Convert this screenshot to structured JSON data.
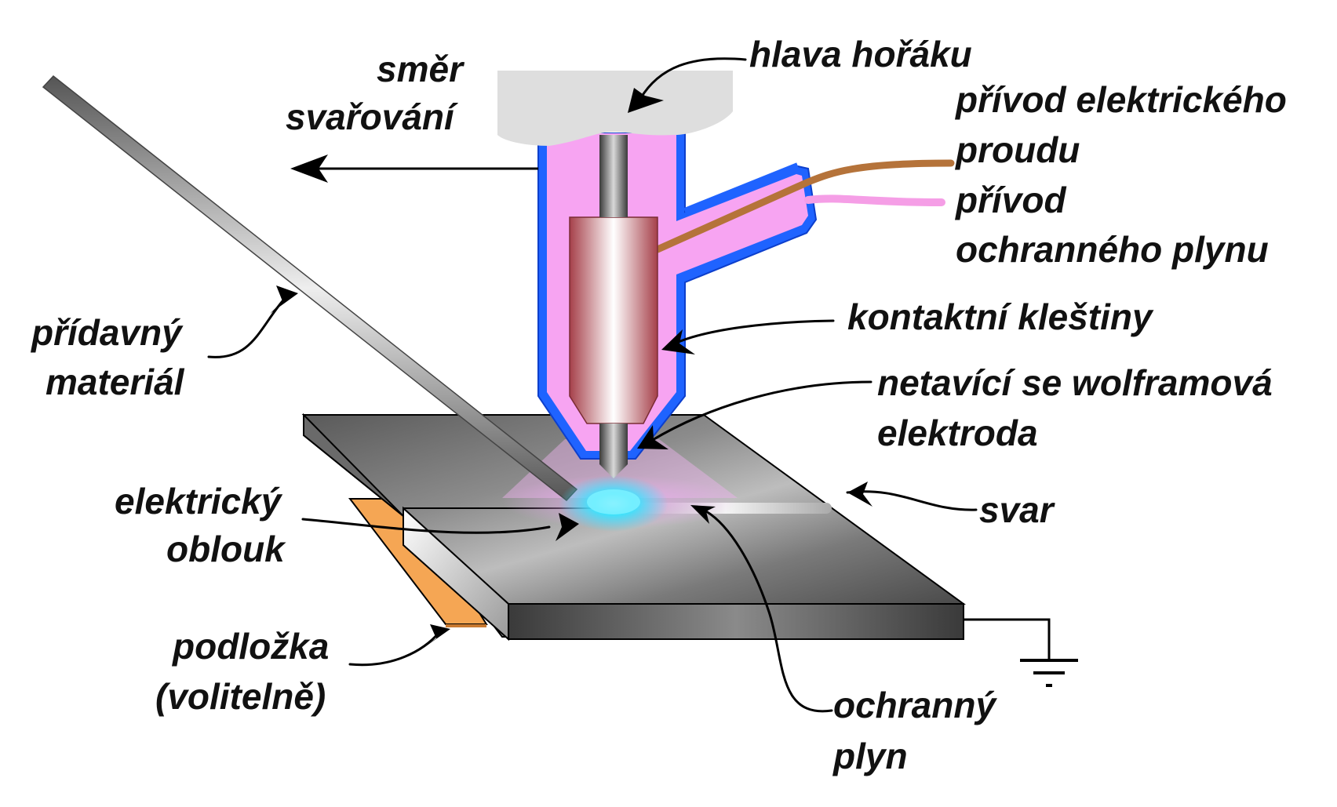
{
  "labels": {
    "torch_head": "hlava hořáku",
    "weld_direction_1": "směr",
    "weld_direction_2": "svařování",
    "current_supply_1": "přívod elektrického",
    "current_supply_2": "proudu",
    "gas_supply_1": "přívod",
    "gas_supply_2": "ochranného plynu",
    "collet": "kontaktní kleštiny",
    "electrode_1": "netavící se wolframová",
    "electrode_2": "elektroda",
    "filler_1": "přídavný",
    "filler_2": "materiál",
    "arc_1": "elektrický",
    "arc_2": "oblouk",
    "weld": "svar",
    "backing_1": "podložka",
    "backing_2": "(volitelně)",
    "shield_gas_1": "ochranný",
    "shield_gas_2": "plyn"
  },
  "colors": {
    "nozzle_fill": "#f7a4f2",
    "nozzle_outline": "#1f63ff",
    "current_cable": "#b5733a",
    "gas_hose": "#f59ee6",
    "backing": "#f5a654",
    "torch_head": "#dedede",
    "arc_glow": "#33e6ff"
  }
}
